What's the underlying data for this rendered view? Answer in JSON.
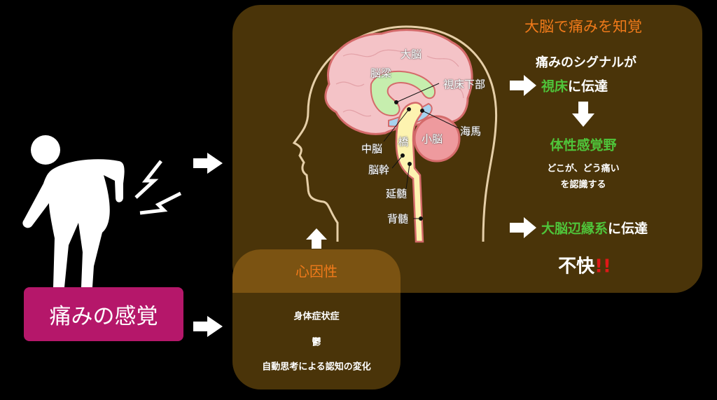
{
  "left": {
    "pain_sensation": "痛みの感覚"
  },
  "brain_labels": {
    "cerebrum": "大脳",
    "corpus_callosum": "脳梁",
    "hypothalamus": "視床下部",
    "hippocampus": "海馬",
    "cerebellum": "小脳",
    "pons": "橋",
    "midbrain": "中脳",
    "brainstem": "脳幹",
    "medulla": "延髄",
    "spinal_cord": "背髄"
  },
  "perception": {
    "title": "大脳で痛みを知覚",
    "signal": "痛みのシグナルが",
    "thalamus": "視床",
    "transmit1": "に伝達",
    "somatosensory": "体性感覚野",
    "desc1": "どこが、どう痛い",
    "desc2": "を認識する",
    "limbic": "大脳辺縁系",
    "transmit2": "に伝達",
    "discomfort": "不快",
    "exclaim": "!!"
  },
  "psychogenic": {
    "title": "心因性",
    "items": [
      "身体症状症",
      "鬱",
      "自動思考による認知の変化"
    ]
  },
  "colors": {
    "box": "#4a3409",
    "band": "#7b5312",
    "accent_orange": "#f07a1a",
    "green": "#4fc43a",
    "pink": "#b5176a",
    "red": "#e01818"
  }
}
